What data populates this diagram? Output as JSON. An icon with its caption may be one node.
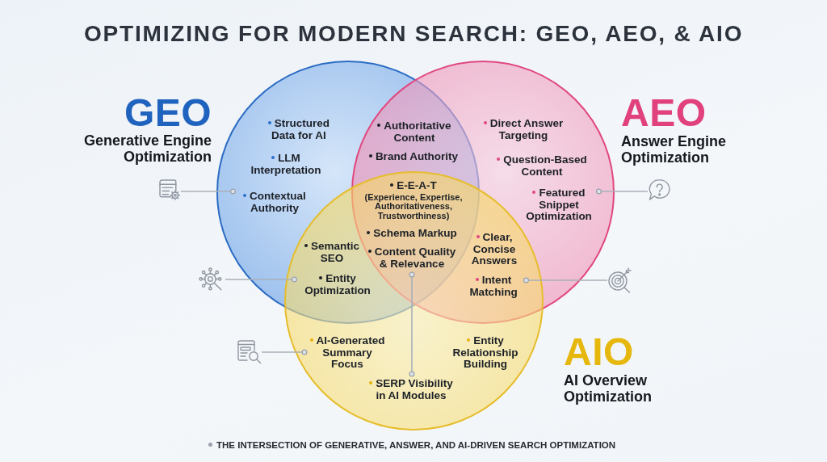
{
  "diagram": {
    "title": "OPTIMIZING FOR MODERN SEARCH: GEO, AEO, & AIO",
    "caption": "THE INTERSECTION OF GENERATIVE, ANSWER, AND AI-DRIVEN SEARCH OPTIMIZATION",
    "nodes": [
      {
        "text": [
          "GEO",
          "Generative Engine Optimization"
        ]
      },
      {
        "text": [
          "AEO",
          "Answer Engine Optimization"
        ]
      },
      {
        "text": [
          "AIO",
          "AI Overview Optimization"
        ]
      },
      {
        "text": [
          "Structured Data for AI"
        ],
        "in": 0
      },
      {
        "text": [
          "LLM Interpretation"
        ],
        "in": 0
      },
      {
        "text": [
          "Contextual Authority"
        ],
        "in": 0
      },
      {
        "text": [
          "Authoritative Content"
        ]
      },
      {
        "text": [
          "Brand Authority"
        ]
      },
      {
        "text": [
          "E-E-A-T",
          "(Experience, Expertise, Authoritativeness, Trustworthiness)"
        ]
      },
      {
        "text": [
          "Schema Markup"
        ]
      },
      {
        "text": [
          "Content Quality & Relevance"
        ]
      },
      {
        "text": [
          "Direct Answer Targeting"
        ],
        "in": 1
      },
      {
        "text": [
          "Question-Based Content"
        ],
        "in": 1
      },
      {
        "text": [
          "Featured Snippet Optimization"
        ],
        "in": 1
      },
      {
        "text": [
          "Semantic SEO"
        ]
      },
      {
        "text": [
          "Entity Optimization"
        ]
      },
      {
        "text": [
          "Clear, Concise Answers"
        ]
      },
      {
        "text": [
          "Intent Matching"
        ]
      },
      {
        "text": [
          "AI-Generated Summary Focus"
        ],
        "in": 2
      },
      {
        "text": [
          "Entity Relationship Building"
        ],
        "in": 2
      },
      {
        "text": [
          "SERP Visibility in AI Modules"
        ],
        "in": 2
      },
      {
        "text": [],
        "shape": "picture"
      },
      {
        "text": [],
        "shape": "picture"
      },
      {
        "text": [],
        "shape": "picture"
      },
      {
        "text": [],
        "shape": "picture"
      },
      {
        "text": [],
        "shape": "picture"
      }
    ],
    "edges": [
      {
        "from": 21,
        "to": 5,
        "arrow": "other"
      },
      {
        "from": 22,
        "to": 15,
        "arrow": "other"
      },
      {
        "from": 23,
        "to": 18,
        "arrow": "other"
      },
      {
        "from": 24,
        "to": 17,
        "arrow": "other"
      },
      {
        "from": 25,
        "to": 13,
        "arrow": "other"
      },
      {
        "from": 10,
        "to": 20,
        "arrow": "other"
      }
    ]
  }
}
